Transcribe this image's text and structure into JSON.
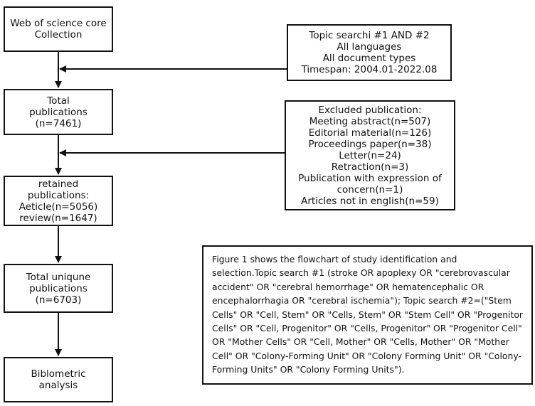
{
  "flowchart": {
    "main_steps": [
      {
        "lines": [
          "Web of science core",
          "Collection"
        ]
      },
      {
        "lines": [
          "Total",
          "publications",
          "(n=7461)"
        ]
      },
      {
        "lines": [
          "retained",
          "publications:",
          "Aeticle(n=5056)",
          "review(n=1647)"
        ]
      },
      {
        "lines": [
          "Total uniqune",
          "publications",
          "(n=6703)"
        ]
      },
      {
        "lines": [
          "Biblometric",
          "analysis"
        ]
      }
    ],
    "search_box": {
      "lines": [
        "Topic searchi #1 AND #2",
        "All languages",
        "All document types",
        "Timespan: 2004.01-2022.08"
      ]
    },
    "excluded_box": {
      "lines": [
        "Excluded publication:",
        "Meeting abstract(n=507)",
        "Editorial material(n=126)",
        "Proceedings paper(n=38)",
        "Letter(n=24)",
        "Retraction(n=3)",
        "Publication with expression of",
        "concern(n=1)",
        "Articles not in english(n=59)"
      ]
    },
    "caption": "Figure 1 shows the flowchart of study identification and selection.Topic search #1 (stroke OR apoplexy OR \"cerebrovascular accident\" OR \"cerebral hemorrhage\" OR hematencephalic OR encephalorrhagia OR \"cerebral ischemia\"); Topic search #2=(\"Stem Cells\" OR \"Cell, Stem\" OR \"Cells, Stem\" OR \"Stem Cell\" OR \"Progenitor Cells\" OR \"Cell, Progenitor\" OR \"Cells, Progenitor\" OR \"Progenitor Cell\" OR \"Mother Cells\" OR \"Cell, Mother\" OR \"Cells, Mother\" OR \"Mother Cell\" OR \"Colony-Forming Unit\" OR \"Colony Forming Unit\" OR \"Colony-Forming Units\" OR \"Colony Forming Units\")."
  }
}
